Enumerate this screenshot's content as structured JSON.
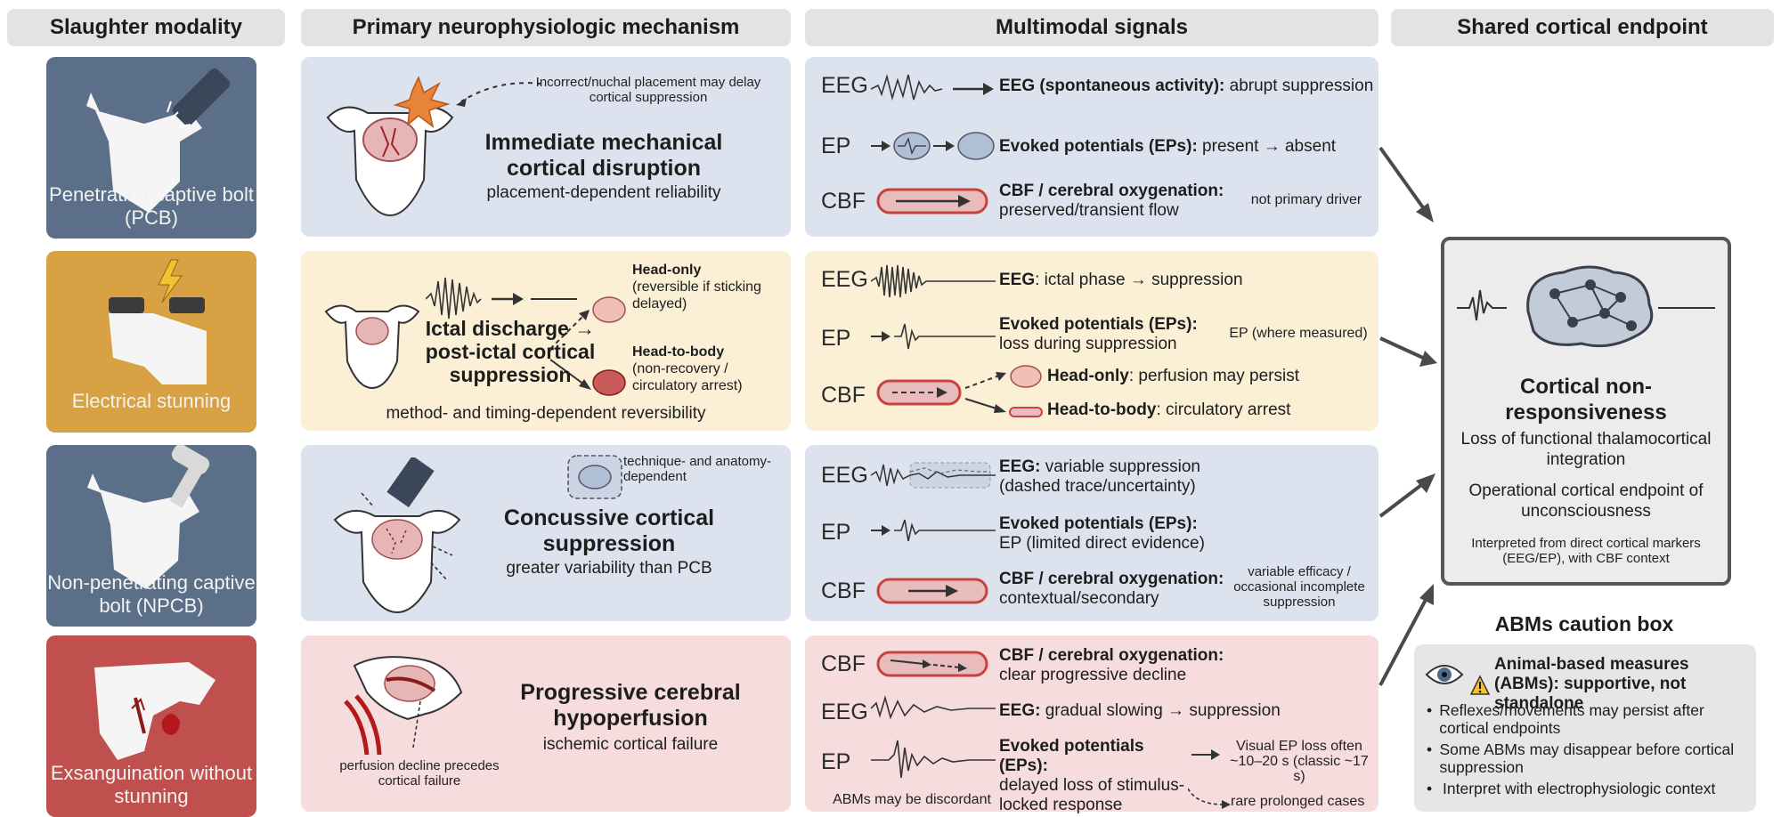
{
  "headers": {
    "modality": "Slaughter modality",
    "mechanism": "Primary neurophysiologic mechanism",
    "signals": "Multimodal signals",
    "endpoint": "Shared cortical endpoint"
  },
  "rows": [
    {
      "modality": "Penetrating captive bolt (PCB)",
      "color": "#5b6f88",
      "mech_title": "Immediate mechanical cortical disruption",
      "mech_sub": "placement-dependent reliability",
      "mech_note": "Incorrect/nuchal placement may delay cortical suppression",
      "signals": [
        {
          "label": "EEG",
          "bold": "EEG (spontaneous activity):",
          "text": " abrupt suppression",
          "note": ""
        },
        {
          "label": "EP",
          "bold": "Evoked potentials (EPs):",
          "text": " present → absent",
          "note": ""
        },
        {
          "label": "CBF",
          "bold": "CBF / cerebral oxygenation:",
          "text": "preserved/transient flow",
          "note": "not primary driver"
        }
      ]
    },
    {
      "modality": "Electrical stunning",
      "color": "#d8a244",
      "mech_title": "Ictal discharge → post-ictal cortical suppression",
      "mech_sub": "method- and timing-dependent reversibility",
      "branch1_title": "Head-only",
      "branch1_text": "(reversible if sticking delayed)",
      "branch2_title": "Head-to-body",
      "branch2_text": "(non-recovery / circulatory arrest)",
      "signals": [
        {
          "label": "EEG",
          "bold": "EEG",
          "text": ": ictal phase → suppression",
          "note": ""
        },
        {
          "label": "EP",
          "bold": "Evoked potentials (EPs):",
          "text": "loss during suppression",
          "note": "EP (where measured)"
        },
        {
          "label": "CBF",
          "bold": "Head-only",
          "text": ": perfusion may persist",
          "bold2": "Head-to-body",
          "text2": ": circulatory arrest"
        }
      ]
    },
    {
      "modality": "Non-penetrating captive bolt (NPCB)",
      "color": "#5b6f88",
      "mech_title": "Concussive cortical suppression",
      "mech_sub": "greater variability than PCB",
      "mech_note": "technique- and anatomy-dependent",
      "signals": [
        {
          "label": "EEG",
          "bold": "EEG:",
          "text": " variable suppression",
          "text2": "(dashed trace/uncertainty)",
          "note": ""
        },
        {
          "label": "EP",
          "bold": "Evoked potentials (EPs):",
          "text": "EP (limited direct evidence)",
          "note": ""
        },
        {
          "label": "CBF",
          "bold": "CBF / cerebral oxygenation:",
          "text": "contextual/secondary",
          "note": "variable efficacy / occasional incomplete suppression"
        }
      ]
    },
    {
      "modality": "Exsanguination without stunning",
      "color": "#c0504d",
      "mech_title": "Progressive cerebral hypoperfusion",
      "mech_sub": "ischemic cortical failure",
      "mech_note": "perfusion decline precedes cortical failure",
      "signals": [
        {
          "label": "CBF",
          "bold": "CBF / cerebral oxygenation:",
          "text": "clear progressive decline",
          "note": ""
        },
        {
          "label": "EEG",
          "bold": "EEG:",
          "text": " gradual slowing → suppression",
          "note": ""
        },
        {
          "label": "EP",
          "bold": "Evoked potentials (EPs):",
          "text": "delayed loss of stimulus-locked response",
          "note": "Visual EP loss often ~10–20 s (classic ~17 s)",
          "note2": "rare prolonged cases"
        }
      ],
      "abm_note": "ABMs may be discordant"
    }
  ],
  "endpoint": {
    "title": "Cortical non-responsiveness",
    "line1": "Loss of functional thalamocortical integration",
    "line2": "Operational cortical endpoint of unconsciousness",
    "line3": "Interpreted from direct cortical markers (EEG/EP), with CBF context"
  },
  "abm_box": {
    "heading": "ABMs caution box",
    "title": "Animal-based measures (ABMs): supportive, not standalone",
    "bullets": [
      "Reflexes/movements may persist after cortical endpoints",
      "Some ABMs may disappear before cortical suppression",
      "Interpret with electrophysiologic context"
    ]
  },
  "colors": {
    "blue_panel": "#dde3ee",
    "yellow_panel": "#fbf0d6",
    "red_panel": "#f6dcdc",
    "grey_box": "#e9e9e9",
    "vessel_red": "#c8433f"
  }
}
